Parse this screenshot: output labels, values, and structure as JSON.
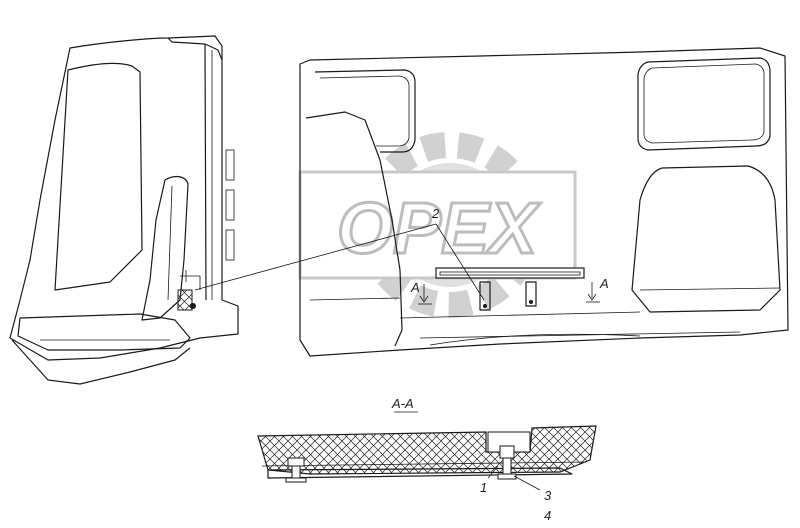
{
  "watermark": {
    "text": "OPEX"
  },
  "section": {
    "title": "A-A"
  },
  "callouts": {
    "part_2": "2",
    "part_1": "1",
    "part_3": "3",
    "part_4": "4"
  },
  "section_marks": {
    "left": "A",
    "right": "A"
  }
}
